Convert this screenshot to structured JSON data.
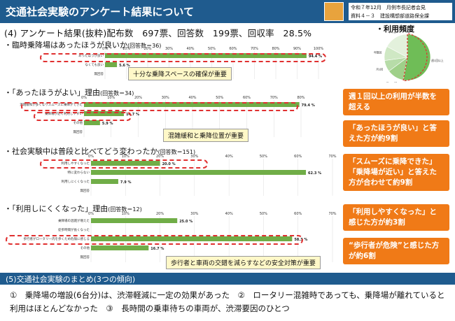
{
  "header": {
    "title": "交通社会実験のアンケート結果について",
    "info_line1": "令和７年12月　月例市長記者会見",
    "info_line2": "資料４－３　建設構想部道路保全課"
  },
  "main": {
    "heading": "(4) アンケート結果(抜粋)配布数　697票、回答数　199票、回収率　28.5%"
  },
  "sections": [
    {
      "label": "・臨時乗降場はあったほうが良いか",
      "count": "(回答数＝36)"
    },
    {
      "label": "・「あったほうがよい」理由",
      "count": "(回答数＝34)"
    },
    {
      "label": "・社会実験中は普段と比べてどう変わったか",
      "count": "(回答数＝151)"
    },
    {
      "label": "・「利用しにくくなった」理由",
      "count": "(回答数＝12)"
    }
  ],
  "chart_data": [
    {
      "type": "bar",
      "categories": [
        "あったほうが良い",
        "なくても良い",
        "無回答"
      ],
      "values": [
        94.4,
        5.6,
        0
      ],
      "xlim": [
        0,
        100
      ],
      "value_labels": [
        "94.4 %",
        "5.6 %",
        ""
      ]
    },
    {
      "type": "bar",
      "categories": [
        "混雑緩和が多くなりスムーズに乗降ができた",
        "乗降場が近く利用しやすい",
        "その他",
        "無回答"
      ],
      "values": [
        79.4,
        14.7,
        5.9,
        0
      ],
      "xlim": [
        0,
        80
      ],
      "value_labels": [
        "79.4 %",
        "14.7 %",
        "5.9 %",
        ""
      ]
    },
    {
      "type": "bar",
      "categories": [
        "利用しやすくなった",
        "特に変わらない",
        "利用しにくくなった",
        "無回答"
      ],
      "values": [
        20.0,
        62.3,
        7.9,
        0
      ],
      "xlim": [
        0,
        70
      ],
      "value_labels": [
        "20.0 %",
        "62.3 %",
        "7.9 %",
        ""
      ]
    },
    {
      "type": "bar",
      "categories": [
        "乗降場の混雑が増えた",
        "徒歩時間が長くなった",
        "歩行者がロータリー内を歩くため危険に感じる",
        "その他",
        "無回答"
      ],
      "values": [
        25.0,
        0,
        58.3,
        16.7,
        0
      ],
      "xlim": [
        0,
        70
      ],
      "value_labels": [
        "25.0 %",
        "",
        "58.3 %",
        "16.7 %",
        ""
      ]
    },
    {
      "type": "pie",
      "title": "・利用頻度",
      "labels": [
        "週1回以上",
        "月2~3回",
        "月1回",
        "年数回",
        "その他"
      ],
      "values": [
        52.8,
        12,
        8,
        10,
        17.2
      ]
    }
  ],
  "callouts": {
    "c1": "十分な乗降スペースの確保が重要",
    "c2": "混雑緩和と乗降位置が重要",
    "c3": "歩行者と車両の交錯を減らすなどの安全対策が重要"
  },
  "bubbles": {
    "b1": "週１回以上の利用が半数を超える",
    "b2": "「あったほうが良い」と答えた方が約9割",
    "b3": "「スムーズに乗降できた」「乗降場が近い」と答えた方が合わせて約9割",
    "b4": "「利用しやすくなった」と感じた方が約3割",
    "b5": "“歩行者が危険”と感じた方が約6割"
  },
  "summary": {
    "title": "(5)交通社会実験のまとめ(3つの傾向)",
    "text": "①　乗降場の増設(6台分)は、渋滞軽減に一定の効果があった　②　ロータリー混雑時であっても、乗降場が離れていると利用はほとんどなかった　③　長時間の乗車待ちの車両が、渋滞要因のひとつ"
  },
  "colors": {
    "header": "#1f5b8e",
    "bar": "#70ad47",
    "accent": "#f07a17",
    "dash": "#e03030",
    "callout": "#fff8c8"
  }
}
